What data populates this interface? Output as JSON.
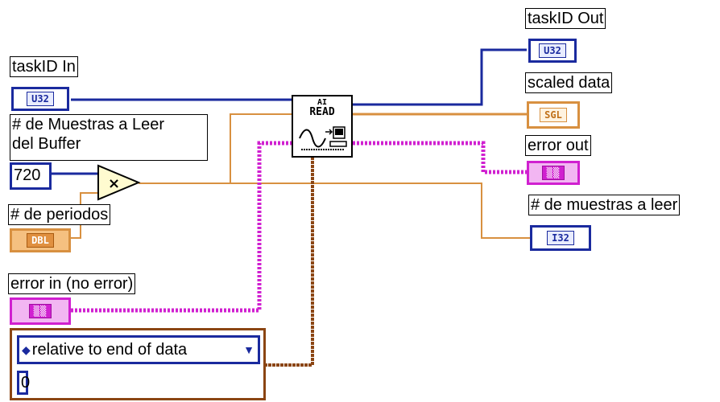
{
  "labels": {
    "task_in": "taskID In",
    "samples_to_read": "# de Muestras a Leer\ndel Buffer",
    "periods": "# de periodos",
    "error_in": "error in (no error)",
    "task_out": "taskID Out",
    "scaled_data": "scaled data",
    "error_out": "error out",
    "samples_out": "# de muestras a leer"
  },
  "terminals": {
    "task_in_type": "U32",
    "task_out_type": "U32",
    "scaled_type": "SGL",
    "periods_type": "DBL",
    "samples_out_type": "I32",
    "error_glyph": "▒▒"
  },
  "values": {
    "samples_constant": "720",
    "mode": "relative to end of data",
    "offset": "0"
  },
  "node": {
    "line1": "AI",
    "line2": "READ",
    "multiply_symbol": "×"
  },
  "colors": {
    "u32_wire": "#1a2a9e",
    "dbl_wire": "#d89040",
    "error_wire": "#d020d0",
    "cluster_wire": "#8b4513"
  }
}
